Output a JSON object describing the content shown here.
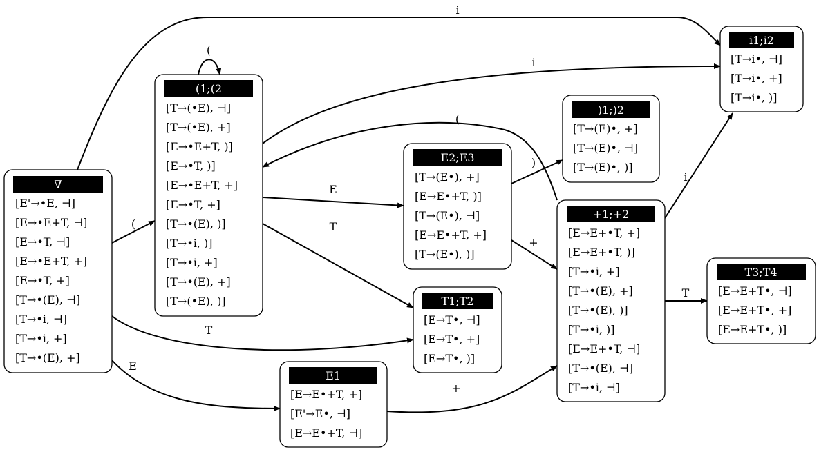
{
  "states": [
    {
      "id": "start",
      "title": "∇",
      "items": [
        "[E'→•E, ⊣]",
        "[E→•E+T, ⊣]",
        "[E→•T, ⊣]",
        "[E→•E+T, +]",
        "[E→•T, +]",
        "[T→•(E), ⊣]",
        "[T→•i, ⊣]",
        "[T→•i, +]",
        "[T→•(E), +]"
      ]
    },
    {
      "id": "paren",
      "title": "(1;(2",
      "items": [
        "[T→(•E), ⊣]",
        "[T→(•E), +]",
        "[E→•E+T, )]",
        "[E→•T, )]",
        "[E→•E+T, +]",
        "[E→•T, +]",
        "[T→•(E), )]",
        "[T→•i, )]",
        "[T→•i, +]",
        "[T→•(E), +]",
        "[T→(•E), )]"
      ]
    },
    {
      "id": "e1",
      "title": "E1",
      "items": [
        "[E→E•+T, +]",
        "[E'→E•, ⊣]",
        "[E→E•+T, ⊣]"
      ]
    },
    {
      "id": "e23",
      "title": "E2;E3",
      "items": [
        "[T→(E•), +]",
        "[E→E•+T, )]",
        "[T→(E•), ⊣]",
        "[E→E•+T, +]",
        "[T→(E•), )]"
      ]
    },
    {
      "id": "t12",
      "title": "T1;T2",
      "items": [
        "[E→T•, ⊣]",
        "[E→T•, +]",
        "[E→T•, )]"
      ]
    },
    {
      "id": "close",
      "title": ")1;)2",
      "items": [
        "[T→(E)•, +]",
        "[T→(E)•, ⊣]",
        "[T→(E)•, )]"
      ]
    },
    {
      "id": "plus",
      "title": "+1;+2",
      "items": [
        "[E→E+•T, +]",
        "[E→E+•T, )]",
        "[T→•i, +]",
        "[T→•(E), +]",
        "[T→•(E), )]",
        "[T→•i, )]",
        "[E→E+•T, ⊣]",
        "[T→•(E), ⊣]",
        "[T→•i, ⊣]"
      ]
    },
    {
      "id": "ident",
      "title": "i1;i2",
      "items": [
        "[T→i•, ⊣]",
        "[T→i•, +]",
        "[T→i•, )]"
      ]
    },
    {
      "id": "t34",
      "title": "T3;T4",
      "items": [
        "[E→E+T•, ⊣]",
        "[E→E+T•, +]",
        "[E→E+T•, )]"
      ]
    }
  ],
  "transitions": [
    {
      "from": "start",
      "to": "ident",
      "symbol": "i"
    },
    {
      "from": "start",
      "to": "paren",
      "symbol": "("
    },
    {
      "from": "start",
      "to": "t12",
      "symbol": "T"
    },
    {
      "from": "start",
      "to": "e1",
      "symbol": "E"
    },
    {
      "from": "paren",
      "to": "paren",
      "symbol": "("
    },
    {
      "from": "paren",
      "to": "ident",
      "symbol": "i"
    },
    {
      "from": "paren",
      "to": "e23",
      "symbol": "E"
    },
    {
      "from": "paren",
      "to": "t12",
      "symbol": "T"
    },
    {
      "from": "e23",
      "to": "close",
      "symbol": ")"
    },
    {
      "from": "e23",
      "to": "plus",
      "symbol": "+"
    },
    {
      "from": "plus",
      "to": "paren",
      "symbol": "("
    },
    {
      "from": "plus",
      "to": "ident",
      "symbol": "i"
    },
    {
      "from": "plus",
      "to": "t34",
      "symbol": "T"
    },
    {
      "from": "e1",
      "to": "plus",
      "symbol": "+"
    }
  ]
}
